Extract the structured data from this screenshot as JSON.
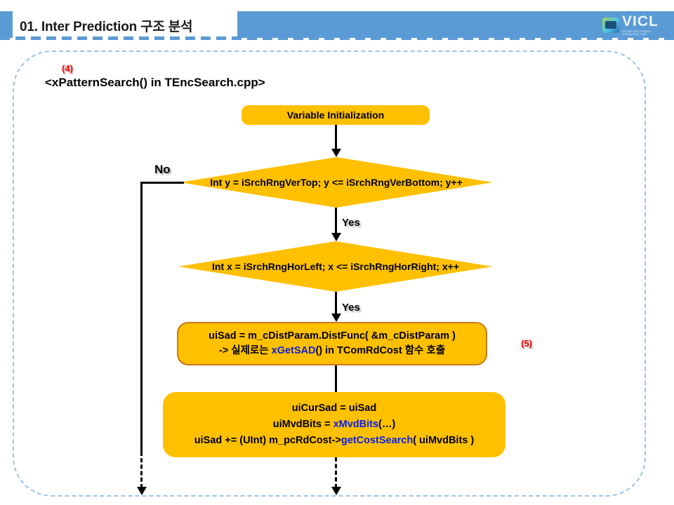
{
  "header": {
    "title": "01. Inter Prediction 구조 분석",
    "accent_color": "#5b9bd5",
    "logo": {
      "word": "VICL",
      "sub": "Visual Information Computing Lab"
    }
  },
  "panel": {
    "border_color": "#9dc3e6",
    "annotation_step4": "(4)",
    "annotation_step5": "(5)",
    "subtitle": "<xPatternSearch() in TEncSearch.cpp>"
  },
  "flow": {
    "shape_fill": "#ffc000",
    "highlight_color": "#0a1fe0",
    "annotation_color": "#ff0000",
    "init_box": "Variable Initialization",
    "loop_y": "Int y = iSrchRngVerTop; y <= iSrchRngVerBottom; y++",
    "loop_x": "Int x = iSrchRngHorLeft; x <= iSrchRngHorRight; x++",
    "sad_box": {
      "line1": "uiSad = m_cDistParam.DistFunc( &m_cDistParam )",
      "line2_a": "-> 실제로는 ",
      "line2_b": "xGetSAD",
      "line2_c": "() in TComRdCost 함수 호출"
    },
    "cost_box": {
      "line1": "uiCurSad = uiSad",
      "line2_a": "uiMvdBits = ",
      "line2_b": "xMvdBits",
      "line2_c": "(…)",
      "line3_a": "uiSad += (UInt) m_pcRdCost->",
      "line3_b": "getCostSearch",
      "line3_c": "( uiMvdBits )"
    },
    "label_no": "No",
    "label_yes_1": "Yes",
    "label_yes_2": "Yes"
  }
}
